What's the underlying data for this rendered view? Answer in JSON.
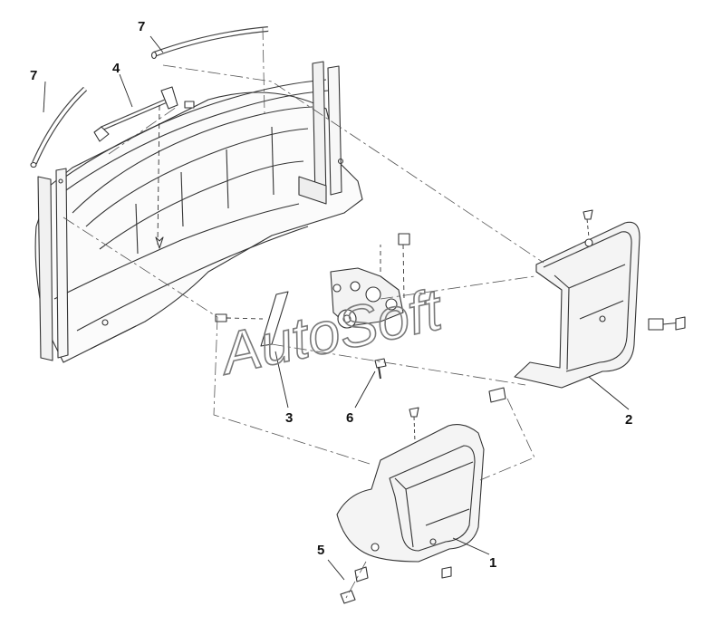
{
  "diagram": {
    "callouts": [
      {
        "id": "c7a",
        "label": "7"
      },
      {
        "id": "c7b",
        "label": "7"
      },
      {
        "id": "c4",
        "label": "4"
      },
      {
        "id": "c3",
        "label": "3"
      },
      {
        "id": "c6",
        "label": "6"
      },
      {
        "id": "c2",
        "label": "2"
      },
      {
        "id": "c1",
        "label": "1"
      },
      {
        "id": "c5",
        "label": "5"
      }
    ],
    "watermark": "AutoSoft"
  },
  "colors": {
    "line": "#333333",
    "panel": "#f4f4f4",
    "watermark": "#7a7a7a"
  }
}
